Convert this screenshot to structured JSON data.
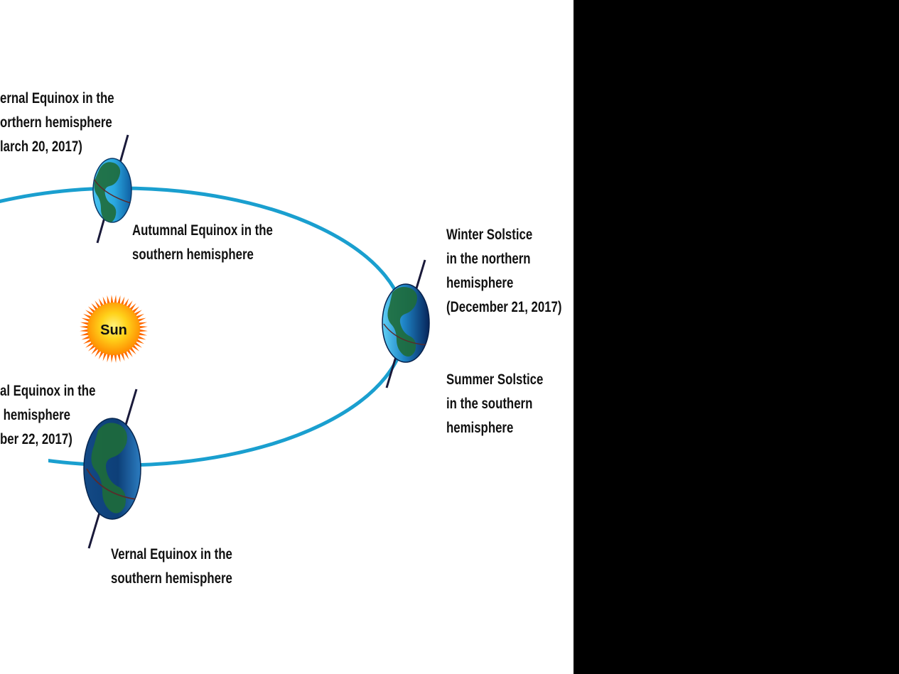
{
  "diagram": {
    "colors": {
      "orbit": "#1a9fcf",
      "earth_day": "#2aa8e0",
      "earth_night": "#0b3f7a",
      "axis": "#1a1a3a",
      "sun_core": "#ffd21a",
      "sun_rays": "#ff6a00",
      "panel": "#000000"
    },
    "sun": {
      "label": "Sun"
    },
    "labels": {
      "top_left": {
        "line1": "ernal Equinox in the",
        "line2": "orthern hemisphere",
        "line3": "larch 20, 2017)"
      },
      "top_center": {
        "line1": "Autumnal Equinox in the",
        "line2": "southern hemisphere"
      },
      "right_top": {
        "line1": "Winter Solstice",
        "line2": "in the northern",
        "line3": "hemisphere",
        "line4": "(December 21, 2017)"
      },
      "right_bottom": {
        "line1": "Summer Solstice",
        "line2": "in the southern",
        "line3": "hemisphere"
      },
      "left_middle": {
        "line1": "al Equinox in the",
        "line2": " hemisphere",
        "line3": "ber 22, 2017)"
      },
      "bottom_center": {
        "line1": "Vernal Equinox in the",
        "line2": "southern hemisphere"
      }
    },
    "icons": [
      "sun-icon",
      "earth-icon",
      "orbit-ellipse"
    ]
  }
}
